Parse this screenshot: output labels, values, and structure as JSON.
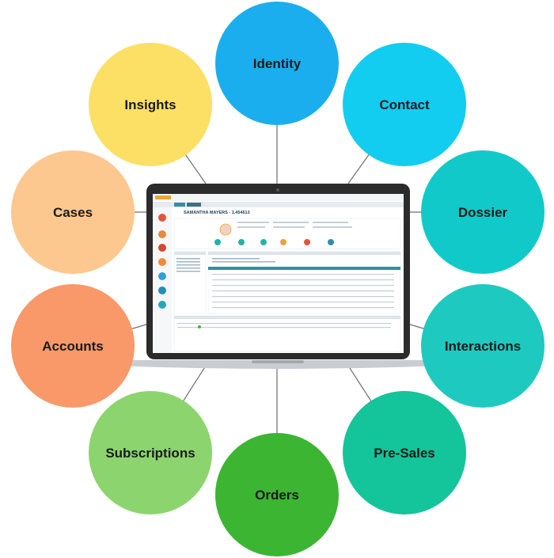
{
  "hub": {
    "customer_name": "SAMANTHA MAYERS - 1.454613"
  },
  "nodes": [
    {
      "id": "identity",
      "label": "Identity",
      "color": "#1aaeee"
    },
    {
      "id": "contact",
      "label": "Contact",
      "color": "#12cdf0"
    },
    {
      "id": "dossier",
      "label": "Dossier",
      "color": "#12c9c9"
    },
    {
      "id": "interactions",
      "label": "Interactions",
      "color": "#1ec9c0"
    },
    {
      "id": "pre-sales",
      "label": "Pre-Sales",
      "color": "#14c49a"
    },
    {
      "id": "orders",
      "label": "Orders",
      "color": "#3bb532"
    },
    {
      "id": "subscriptions",
      "label": "Subscriptions",
      "color": "#8cd56e"
    },
    {
      "id": "accounts",
      "label": "Accounts",
      "color": "#f99868"
    },
    {
      "id": "cases",
      "label": "Cases",
      "color": "#fcc88f"
    },
    {
      "id": "insights",
      "label": "Insights",
      "color": "#fce066"
    }
  ]
}
